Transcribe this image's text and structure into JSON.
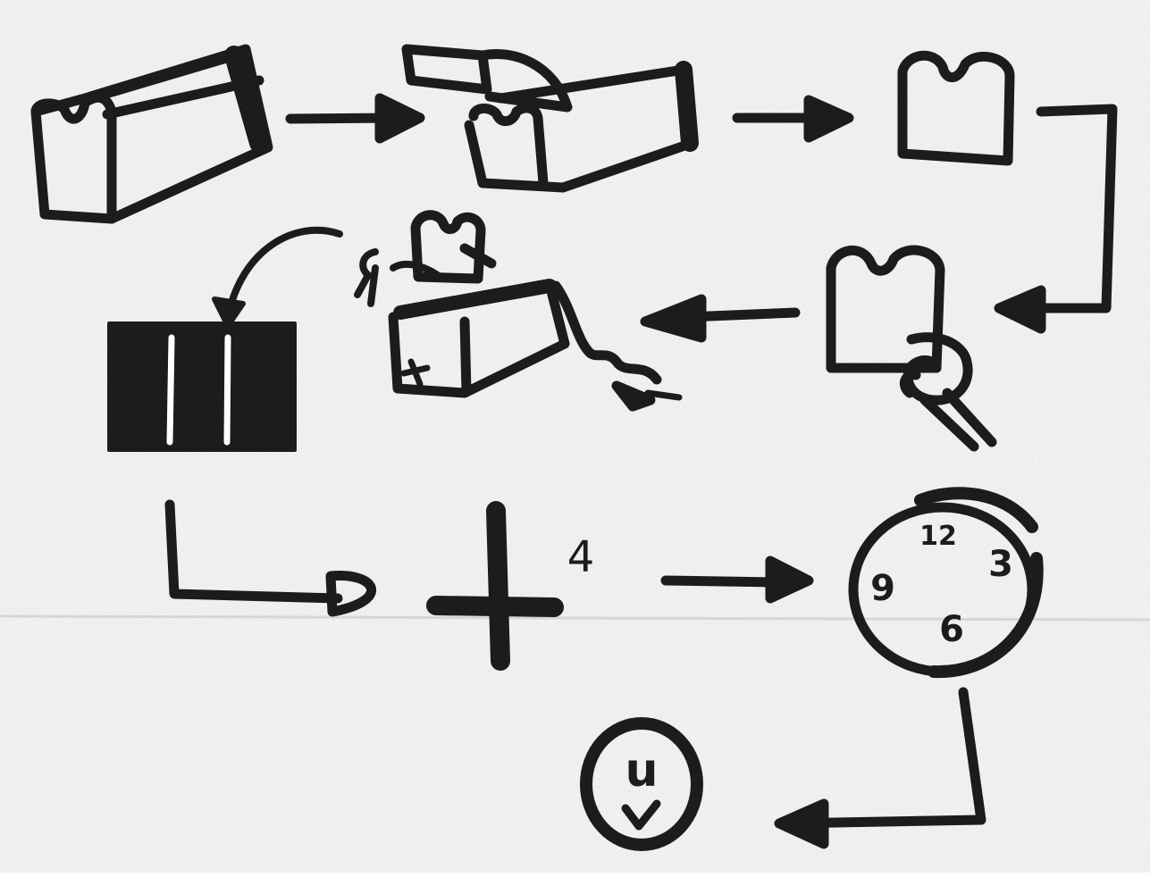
{
  "diagram": {
    "paper_color": "#f2f2f2",
    "ink_color": "#1c1c1c",
    "steps": [
      {
        "icon": "bread-loaf-icon"
      },
      {
        "icon": "slicing-loaf-icon"
      },
      {
        "icon": "bread-slice-icon"
      },
      {
        "icon": "hand-holding-slice-icon"
      },
      {
        "icon": "slice-into-toaster-icon"
      },
      {
        "icon": "toaster-icon"
      },
      {
        "icon": "heat-setting-icon"
      },
      {
        "icon": "timer-clock-icon"
      },
      {
        "icon": "happy-face-icon"
      }
    ],
    "heat_setting": {
      "superscript": "4"
    },
    "clock": {
      "numbers": [
        "12",
        "3",
        "6",
        "9"
      ]
    },
    "face": {
      "glyph": "u"
    }
  }
}
